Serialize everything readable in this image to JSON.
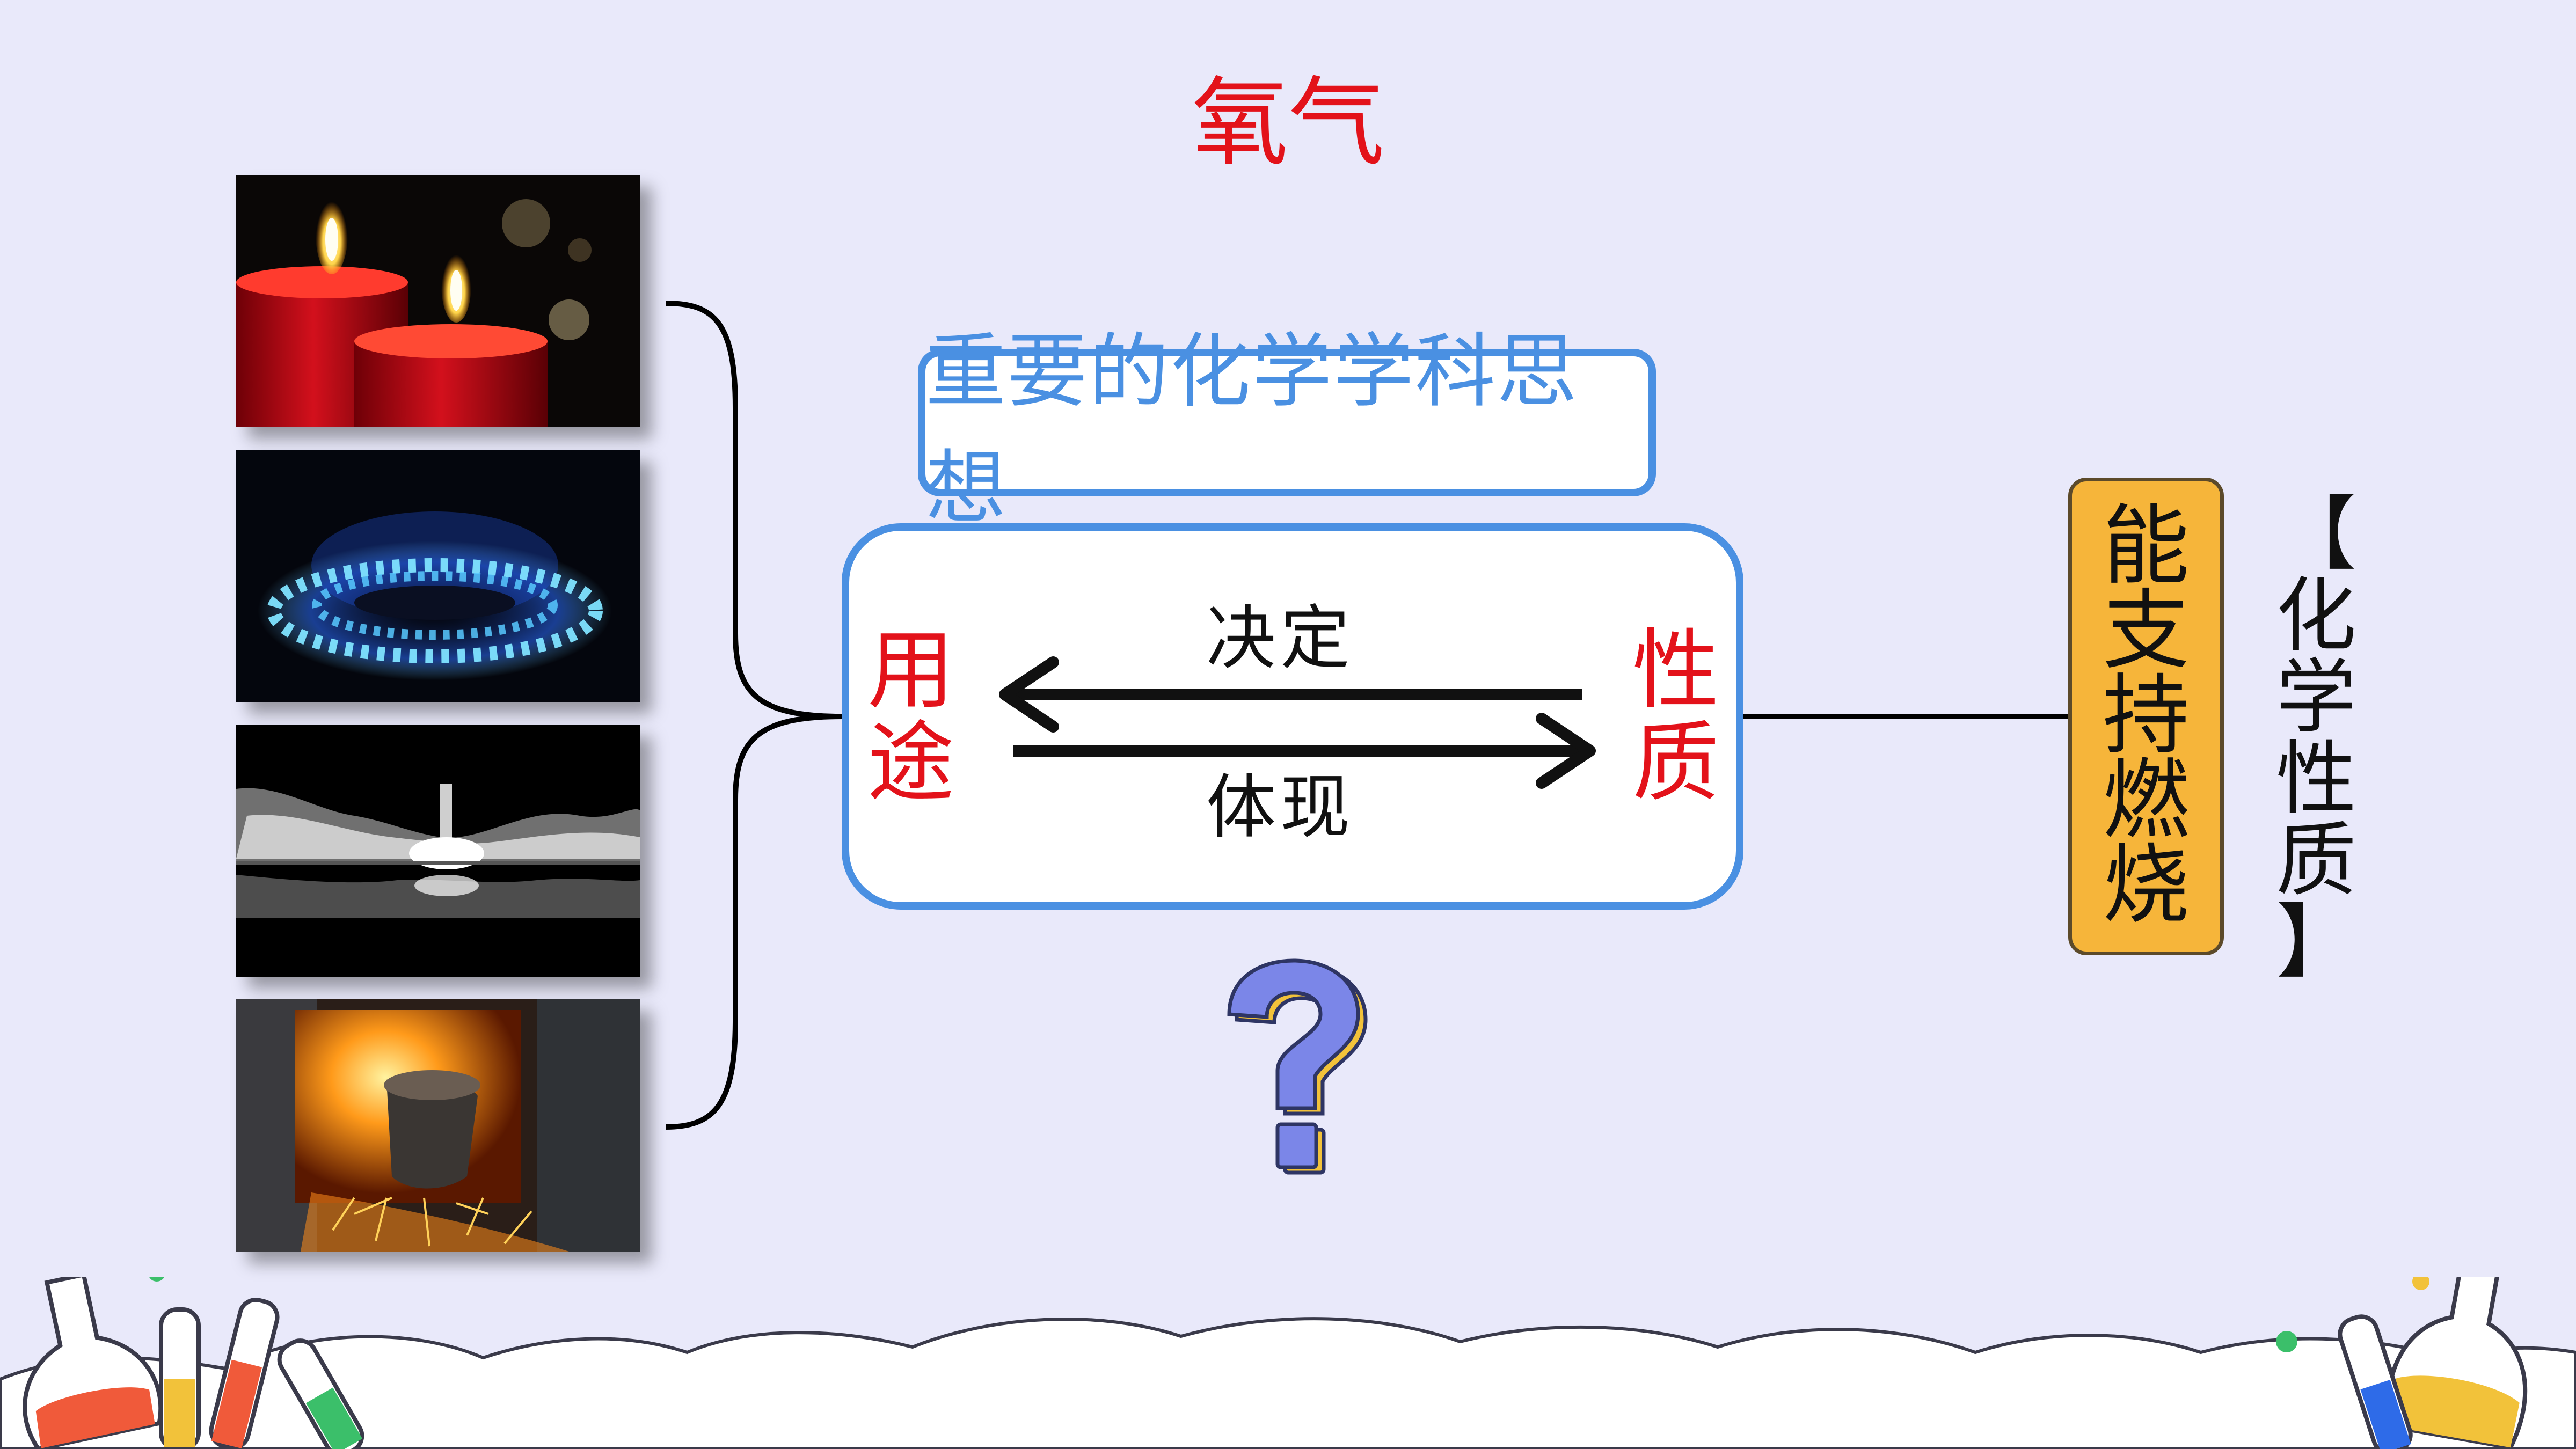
{
  "title": "氧气",
  "thought_box": {
    "text": "重要的化学学科思想"
  },
  "relation": {
    "left_label": [
      "用",
      "途"
    ],
    "right_label": [
      "性",
      "质"
    ],
    "top_arrow_label": "决定",
    "bottom_arrow_label": "体现"
  },
  "property": {
    "chars": [
      "能",
      "支",
      "持",
      "燃",
      "烧"
    ]
  },
  "property_type": {
    "chars": [
      "【",
      "化",
      "学",
      "性",
      "质",
      "】"
    ]
  },
  "photos": [
    {
      "name": "candles"
    },
    {
      "name": "gas-flame"
    },
    {
      "name": "rocket-launch"
    },
    {
      "name": "steel-smelting"
    }
  ],
  "colors": {
    "background": "#e9e9fa",
    "accent_blue": "#4a90e2",
    "emphasis_red": "#e3121a",
    "property_fill": "#f6b53a",
    "question_mark": "#7b86e8"
  },
  "icons": [
    "question-mark-icon",
    "test-tube-icon",
    "flask-icon"
  ]
}
